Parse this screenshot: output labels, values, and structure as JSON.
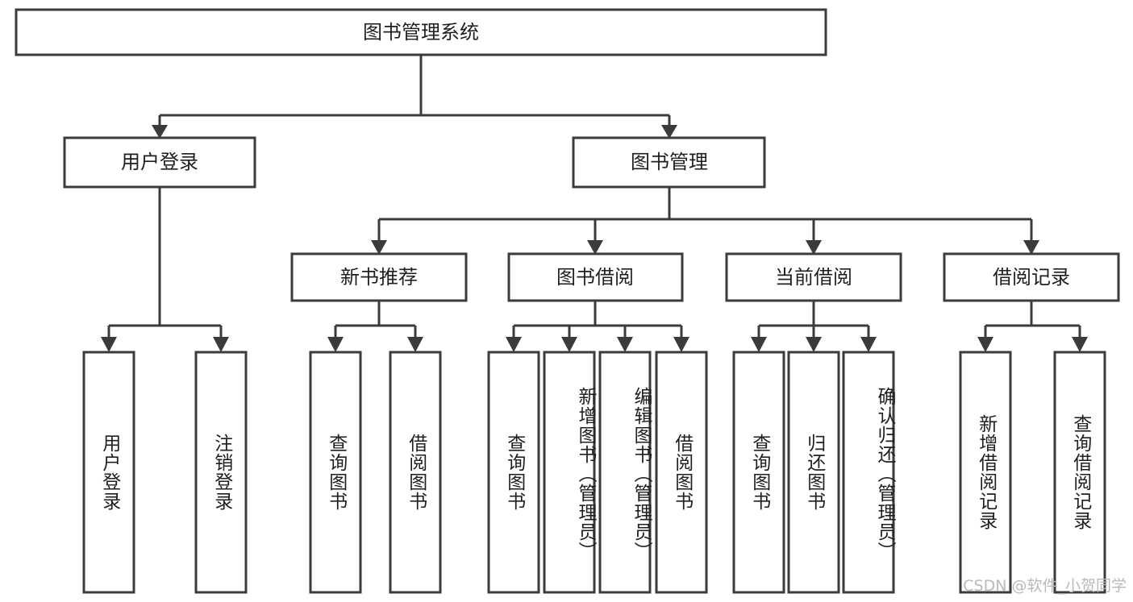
{
  "diagram": {
    "type": "tree-hierarchy",
    "title": "图书管理系统",
    "root": {
      "id": "root",
      "label": "图书管理系统"
    },
    "level2": [
      {
        "id": "user-login",
        "label": "用户登录"
      },
      {
        "id": "book-manage",
        "label": "图书管理"
      }
    ],
    "level3": [
      {
        "id": "new-book-recommend",
        "label": "新书推荐"
      },
      {
        "id": "book-borrow",
        "label": "图书借阅"
      },
      {
        "id": "current-borrow",
        "label": "当前借阅"
      },
      {
        "id": "borrow-record",
        "label": "借阅记录"
      }
    ],
    "leaves": {
      "user_login": [
        {
          "id": "leaf-user-login",
          "label": "用户登录"
        },
        {
          "id": "leaf-user-logout",
          "label": "注销登录"
        }
      ],
      "new_book_recommend": [
        {
          "id": "leaf-query-book-1",
          "label": "查询图书"
        },
        {
          "id": "leaf-borrow-book-1",
          "label": "借阅图书"
        }
      ],
      "book_borrow": [
        {
          "id": "leaf-query-book-2",
          "label": "查询图书"
        },
        {
          "id": "leaf-add-book",
          "label": "新增图书（管理员）"
        },
        {
          "id": "leaf-edit-book",
          "label": "编辑图书（管理员）"
        },
        {
          "id": "leaf-borrow-book-2",
          "label": "借阅图书"
        }
      ],
      "current_borrow": [
        {
          "id": "leaf-query-book-3",
          "label": "查询图书"
        },
        {
          "id": "leaf-return-book",
          "label": "归还图书"
        },
        {
          "id": "leaf-confirm-return",
          "label": "确认归还（管理员）"
        }
      ],
      "borrow_record": [
        {
          "id": "leaf-add-record",
          "label": "新增借阅记录"
        },
        {
          "id": "leaf-query-record",
          "label": "查询借阅记录"
        }
      ]
    }
  },
  "watermark": {
    "text": "CSDN @软件_小贺同学"
  },
  "colors": {
    "box_stroke": "#3b3b3b",
    "box_fill": "#ffffff",
    "text": "#1f1f1f",
    "watermark": "#b9b9b9",
    "background": "#ffffff"
  }
}
